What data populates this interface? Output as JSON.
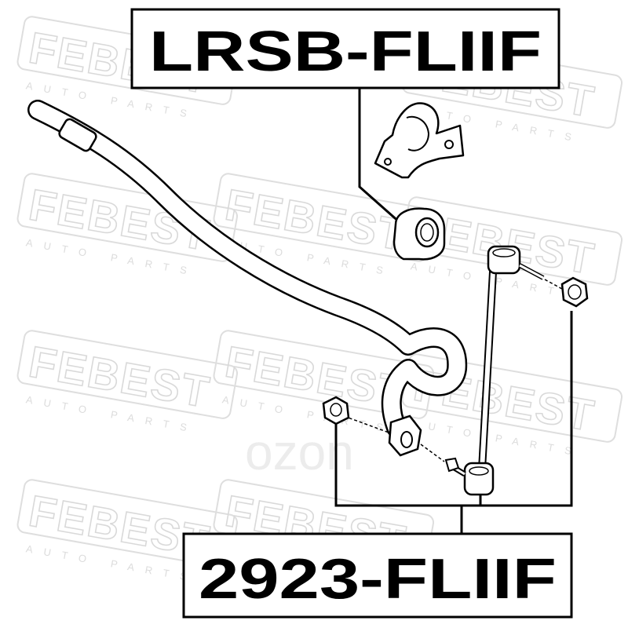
{
  "watermark": {
    "brand": "FEBEST",
    "tagline": "AUTO PARTS",
    "store": "ozon"
  },
  "labels": {
    "top_part_number": "LRSB-FLIIF",
    "bottom_part_number": "2923-FLIIF"
  }
}
